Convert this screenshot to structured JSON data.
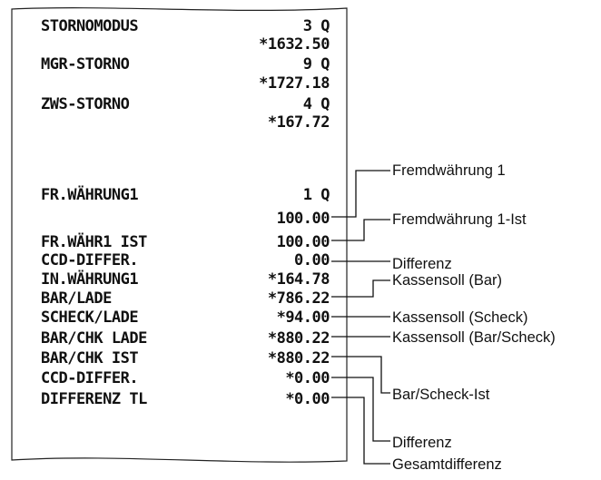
{
  "receipt": {
    "storno_label": "STORNOMODUS",
    "storno_qty": "3 Q",
    "storno_amount": "*1632.50",
    "mgr_label": "MGR-STORNO",
    "mgr_qty": "9 Q",
    "mgr_amount": "*1727.18",
    "zws_label": "ZWS-STORNO",
    "zws_qty": "4 Q",
    "zws_amount": "*167.72",
    "fr1_label": "FR.WÄHRUNG1",
    "fr1_qty": "1 Q",
    "fr1_amount": "100.00",
    "fr1ist_label": "FR.WÄHR1 IST",
    "fr1ist_amount": "100.00",
    "ccd1_label": "CCD-DIFFER.",
    "ccd1_amount": "0.00",
    "inw_label": "IN.WÄHRUNG1",
    "inw_amount": "*164.78",
    "bar_label": "BAR/LADE",
    "bar_amount": "*786.22",
    "scheck_label": "SCHECK/LADE",
    "scheck_amount": "*94.00",
    "barchk_label": "BAR/CHK LADE",
    "barchk_amount": "*880.22",
    "barchkist_label": "BAR/CHK IST",
    "barchkist_amount": "*880.22",
    "ccd2_label": "CCD-DIFFER.",
    "ccd2_amount": "*0.00",
    "difftl_label": "DIFFERENZ TL",
    "difftl_amount": "*0.00"
  },
  "callouts": {
    "fremdwaehrung1": "Fremdwährung 1",
    "fremdwaehrung1_ist": "Fremdwährung 1-Ist",
    "differenz_1": "Differenz",
    "kassensoll_bar": "Kassensoll (Bar)",
    "kassensoll_scheck": "Kassensoll (Scheck)",
    "kassensoll_bar_scheck": "Kassensoll (Bar/Scheck)",
    "bar_scheck_ist": "Bar/Scheck-Ist",
    "differenz_2": "Differenz",
    "gesamtdifferenz": "Gesamtdifferenz"
  }
}
